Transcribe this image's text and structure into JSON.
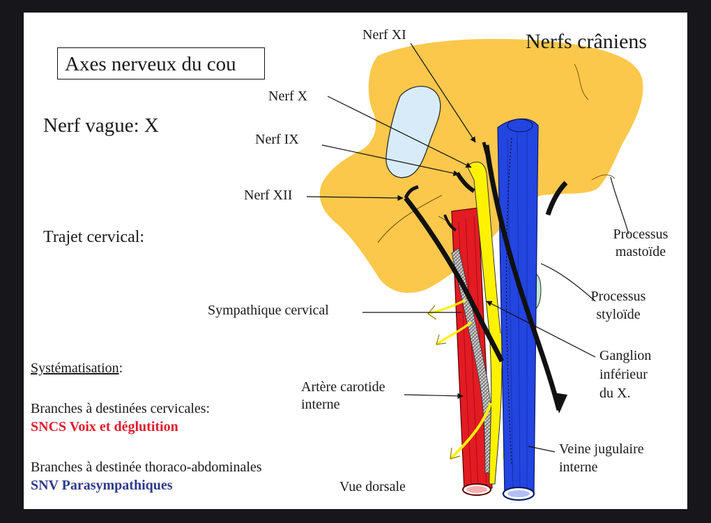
{
  "title": "Axes nerveux du cou",
  "heading": "Nerfs crâniens",
  "subtitle": "Nerf vague:  X",
  "trajet": "Trajet cervical:",
  "labels": {
    "nerf_xi": "Nerf XI",
    "nerf_x": "Nerf X",
    "nerf_ix": "Nerf IX",
    "nerf_xii": "Nerf XII",
    "sympathique": "Sympathique cervical",
    "carotide_1": "Artère carotide",
    "carotide_2": "interne",
    "vue": "Vue dorsale",
    "mastoide_1": "Processus",
    "mastoide_2": "mastoïde",
    "styloide_1": "Processus",
    "styloide_2": "styloïde",
    "ganglion_1": "Ganglion",
    "ganglion_2": "inférieur",
    "ganglion_3": "du X.",
    "jugulaire_1": "Veine jugulaire",
    "jugulaire_2": "interne"
  },
  "systematisation": {
    "heading": "Systématisation",
    "colon": ":",
    "cervicales": "Branches à destinées cervicales:",
    "sncs": "SNCS Voix et déglutition",
    "thoraco": "Branches à destinée thoraco-abdominales",
    "snv": "SNV Parasympathiques"
  },
  "colors": {
    "skull": "#fbc84c",
    "artery": "#e31b23",
    "vein": "#2345e0",
    "nerve_vagus": "#fff200",
    "text_red": "#e3192b",
    "text_blue": "#2e3a8c"
  }
}
